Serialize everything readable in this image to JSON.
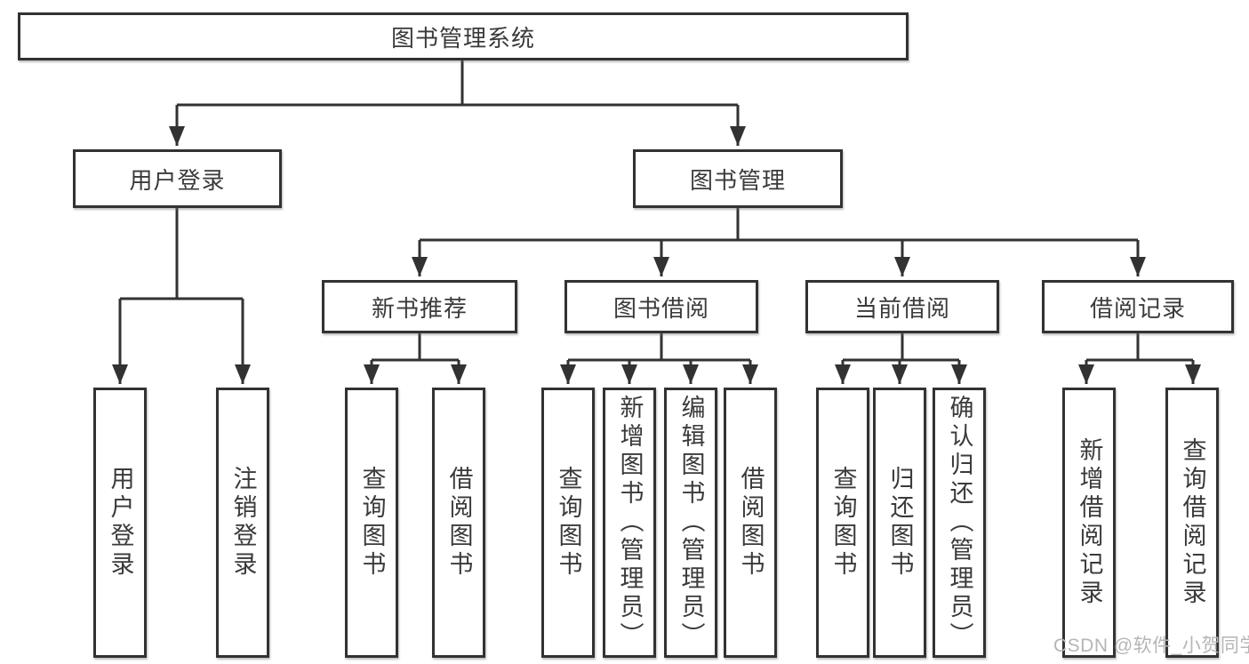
{
  "diagram": {
    "root": {
      "label": "图书管理系统"
    },
    "branches": [
      {
        "label": "用户登录",
        "children": [
          "用户登录",
          "注销登录"
        ]
      },
      {
        "label": "图书管理",
        "groups": [
          {
            "label": "新书推荐",
            "children": [
              "查询图书",
              "借阅图书"
            ]
          },
          {
            "label": "图书借阅",
            "children": [
              "查询图书",
              "新增图书（管理员）",
              "编辑图书（管理员）",
              "借阅图书"
            ]
          },
          {
            "label": "当前借阅",
            "children": [
              "查询图书",
              "归还图书",
              "确认归还（管理员）"
            ]
          },
          {
            "label": "借阅记录",
            "children": [
              "新增借阅记录",
              "查询借阅记录"
            ]
          }
        ]
      }
    ]
  },
  "watermark": {
    "text": "CSDN @软件_小贺同学"
  },
  "colors": {
    "line": "#323232",
    "box_border": "#323232",
    "text": "#3a3a3a",
    "watermark": "#b5b5b5",
    "background": "#ffffff"
  }
}
